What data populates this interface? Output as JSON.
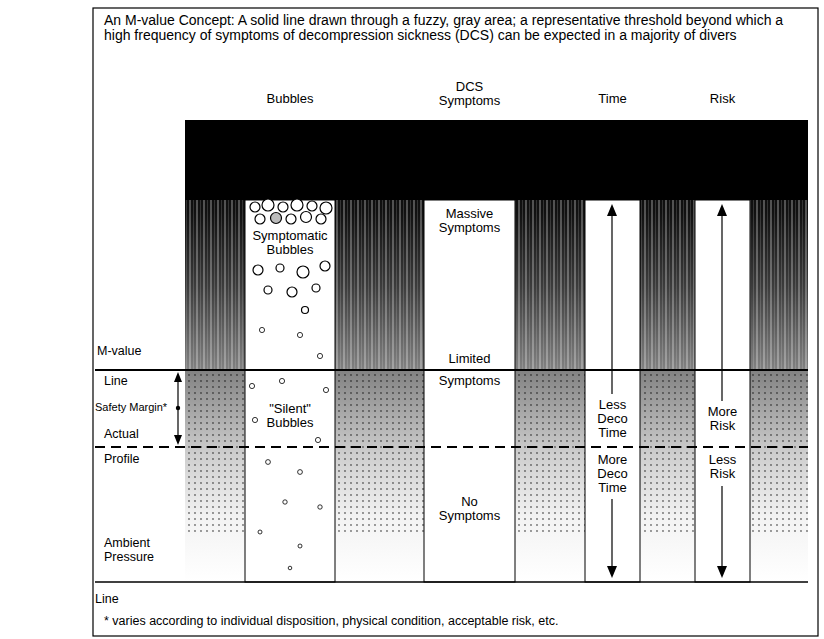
{
  "diagram": {
    "title": "An M-value Concept: A solid line drawn through a fuzzy, gray area; a representative threshold beyond which a high frequency of symptoms of decompression sickness (DCS) can be expected in a majority of divers",
    "caption": "* varies according to individual disposition, physical condition, acceptable risk, etc.",
    "nodes": [
      {
        "text": [
          "Bubbles",
          "Symptomatic Bubbles",
          "\"Silent\" Bubbles"
        ]
      },
      {
        "text": [
          "DCS Symptoms",
          "Massive Symptoms",
          "Limited",
          "Symptoms",
          "No Symptoms"
        ]
      },
      {
        "text": [
          "Time",
          "Less Deco Time",
          "More Deco Time"
        ]
      },
      {
        "text": [
          "Risk",
          "More Risk",
          "Less Risk"
        ]
      }
    ],
    "labels": [
      "M-value",
      "Line",
      "Safety Margin*",
      "Actual",
      "Profile",
      "Ambient Pressure",
      "Line"
    ]
  }
}
